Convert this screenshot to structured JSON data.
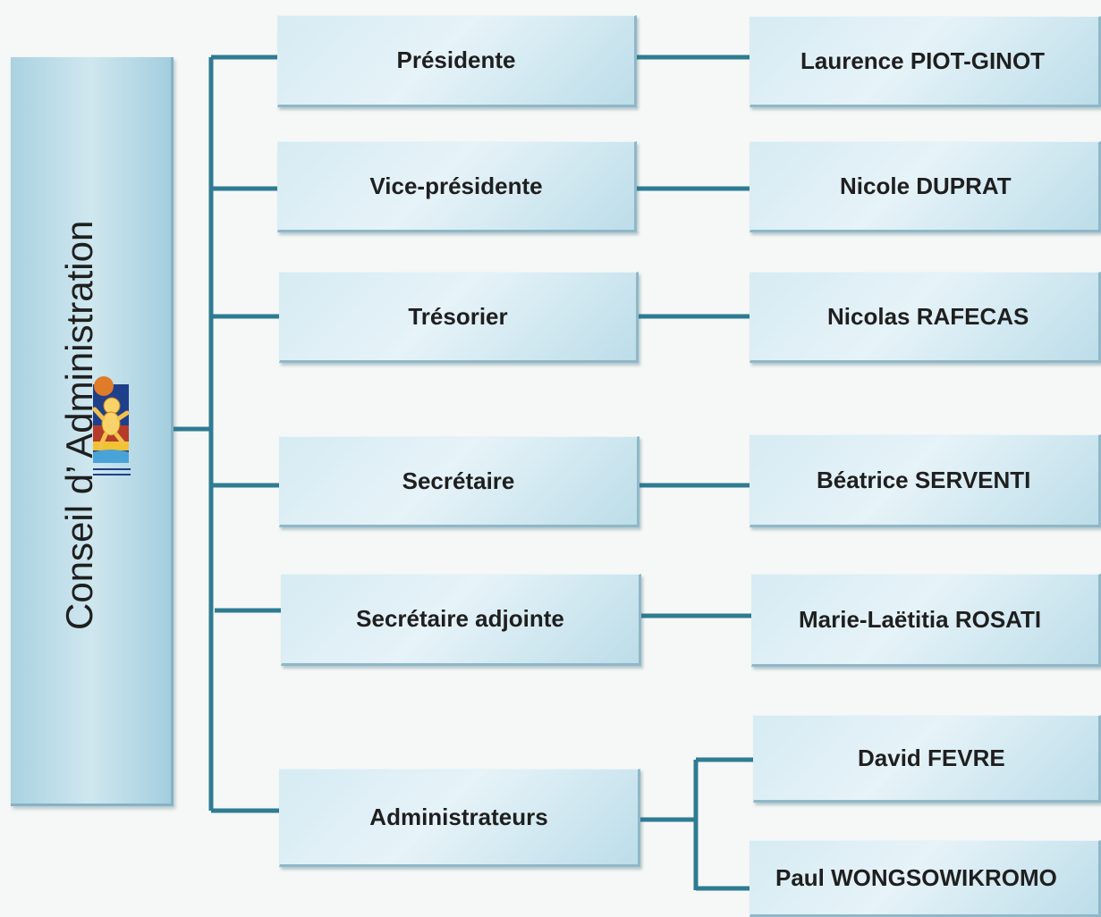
{
  "title": "Conseil d’   Administration",
  "logo": {
    "icon": "association-logo-icon",
    "caption_line1": "CENTRE D'INITIATION",
    "caption_line2": "À L'ENVIRONNEMENT"
  },
  "colors": {
    "connector": "#2f7b93",
    "box_light": "#e6f3f8",
    "box_dark": "#bcdde9"
  },
  "roles": [
    {
      "label": "Présidente",
      "members": [
        "Laurence PIOT-GINOT"
      ]
    },
    {
      "label": "Vice-présidente",
      "members": [
        "Nicole DUPRAT"
      ]
    },
    {
      "label": "Trésorier",
      "members": [
        "Nicolas RAFECAS"
      ]
    },
    {
      "label": "Secrétaire",
      "members": [
        "Béatrice SERVENTI"
      ]
    },
    {
      "label": "Secrétaire adjointe",
      "members": [
        "Marie-Laëtitia ROSATI"
      ]
    },
    {
      "label": "Administrateurs",
      "members": [
        "David FEVRE",
        "Paul WONGSOWIKROMO"
      ]
    }
  ]
}
